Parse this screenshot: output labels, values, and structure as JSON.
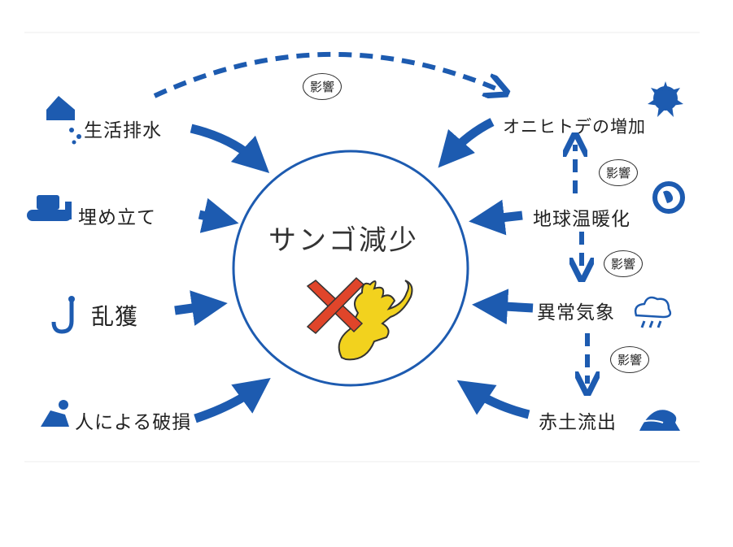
{
  "center": {
    "label": "サンゴ減少"
  },
  "causes_left": [
    {
      "label": "生活排水",
      "icon": "house-water-icon"
    },
    {
      "label": "埋め立て",
      "icon": "bulldozer-icon"
    },
    {
      "label": "乱獲",
      "icon": "fishhook-icon"
    },
    {
      "label": "人による破損",
      "icon": "person-icon"
    }
  ],
  "causes_right": [
    {
      "label": "オニヒトデの増加",
      "icon": "starfish-icon"
    },
    {
      "label": "地球温暖化",
      "icon": "globe-icon"
    },
    {
      "label": "異常気象",
      "icon": "storm-cloud-icon"
    },
    {
      "label": "赤土流出",
      "icon": "waves-icon"
    }
  ],
  "influence_label": "影響",
  "colors": {
    "arrow": "#1d5bb0",
    "cross": "#e0452a",
    "coral": "#f2d21e",
    "text": "#222222"
  }
}
